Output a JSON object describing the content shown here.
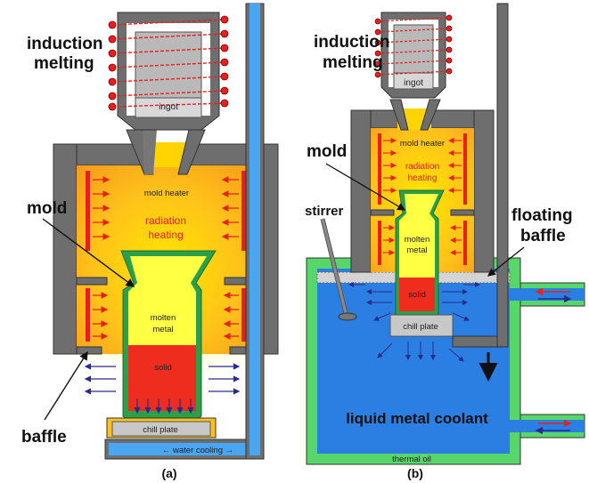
{
  "panel_a": {
    "induction_line1": "induction",
    "induction_line2": "melting",
    "ingot": "ingot",
    "mold_heater": "mold heater",
    "radiation_line1": "radiation",
    "radiation_line2": "heating",
    "mold": "mold",
    "molten_line1": "molten",
    "molten_line2": "metal",
    "solid": "solid",
    "baffle": "baffle",
    "chill_plate": "chill plate",
    "water_cooling": "← water cooling →",
    "caption": "(a)"
  },
  "panel_b": {
    "induction_line1": "induction",
    "induction_line2": "melting",
    "ingot": "ingot",
    "mold_heater": "mold heater",
    "radiation_line1": "radiation",
    "radiation_line2": "heating",
    "mold": "mold",
    "stirrer": "stirrer",
    "floating_line1": "floating",
    "floating_line2": "baffle",
    "molten_line1": "molten",
    "molten_line2": "metal",
    "solid": "solid",
    "chill_plate": "chill plate",
    "liquid_metal_coolant": "liquid metal coolant",
    "thermal_oil": "thermal oil",
    "caption": "(b)"
  },
  "colors": {
    "furnace_wall": "#6e6e6e",
    "heat_core": "#ffe000",
    "heat_outer": "#f7a21b",
    "solid": "#ee2d1f",
    "molten": "#ffff33",
    "mold_shell": "#2aa04a",
    "water": "#4aa6f0",
    "coolant": "#2b7fe3",
    "thermal_oil": "#57d66a",
    "arrow": "#2a2a8c",
    "coil": "#e8201c"
  }
}
